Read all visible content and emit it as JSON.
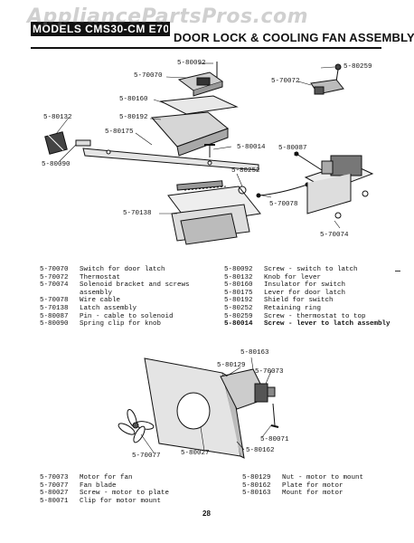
{
  "header": {
    "model_label": "MODELS CMS30-CM E70",
    "title": "DOOR LOCK & COOLING FAN ASSEMBLY",
    "watermark": "AppliancePartsPros.com"
  },
  "callouts_top": [
    "5-80092",
    "5-70070",
    "5-80259",
    "5-70072",
    "5-80160",
    "5-80132",
    "5-80192",
    "5-80175",
    "5-80014",
    "5-80087",
    "5-80090",
    "5-80252",
    "5-70078",
    "5-70138",
    "5-70074"
  ],
  "legend_top_left": [
    {
      "pn": "5-70070",
      "desc": "Switch for door latch"
    },
    {
      "pn": "5-70072",
      "desc": "Thermostat"
    },
    {
      "pn": "5-70074",
      "desc": "Solenoid bracket and screws"
    },
    {
      "pn": "",
      "desc": "assembly"
    },
    {
      "pn": "5-70078",
      "desc": "Wire cable"
    },
    {
      "pn": "5-70138",
      "desc": "Latch assembly"
    },
    {
      "pn": "5-80087",
      "desc": "Pin - cable to solenoid"
    },
    {
      "pn": "5-80090",
      "desc": "Spring clip for knob"
    }
  ],
  "legend_top_right": [
    {
      "pn": "5-80092",
      "desc": "Screw - switch to latch"
    },
    {
      "pn": "5-80132",
      "desc": "Knob for lever"
    },
    {
      "pn": "5-80160",
      "desc": "Insulator for switch"
    },
    {
      "pn": "5-80175",
      "desc": "Lever for door latch"
    },
    {
      "pn": "5-80192",
      "desc": "Shield for switch"
    },
    {
      "pn": "5-80252",
      "desc": "Retaining ring"
    },
    {
      "pn": "5-80259",
      "desc": "Screw - thermostat to top"
    },
    {
      "pn": "5-80014",
      "desc": "Screw - lever to latch assembly"
    }
  ],
  "callouts_bottom": [
    "5-80163",
    "5-80129",
    "5-70073",
    "5-70077",
    "5-80027",
    "5-80071",
    "5-80162"
  ],
  "legend_bottom_left": [
    {
      "pn": "5-70073",
      "desc": "Motor for fan"
    },
    {
      "pn": "5-70077",
      "desc": "Fan blade"
    },
    {
      "pn": "5-80027",
      "desc": "Screw - motor to plate"
    },
    {
      "pn": "5-80071",
      "desc": "Clip for motor mount"
    }
  ],
  "legend_bottom_right": [
    {
      "pn": "5-80129",
      "desc": "Nut - motor to mount"
    },
    {
      "pn": "5-80162",
      "desc": "Plate for motor"
    },
    {
      "pn": "5-80163",
      "desc": "Mount for motor"
    }
  ],
  "page_number": "28"
}
